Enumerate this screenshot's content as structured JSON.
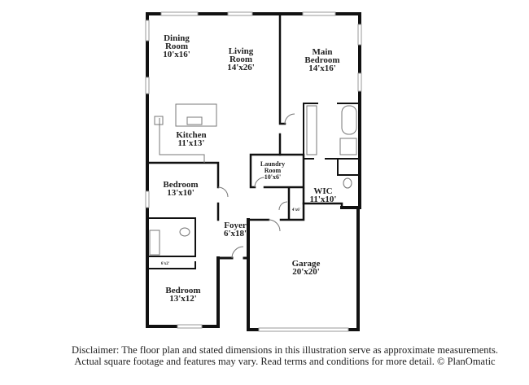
{
  "rooms": [
    {
      "name": "Dining\nRoom",
      "line1": "Dining",
      "line2": "Room",
      "size": "10'x16'"
    },
    {
      "line1": "Living",
      "line2": "Room",
      "size": "14'x26'"
    },
    {
      "line1": "Main",
      "line2": "Bedroom",
      "size": "14'x16'"
    },
    {
      "line1": "Kitchen",
      "size": "11'x13'"
    },
    {
      "line1": "Laundry",
      "line2": "Room",
      "size": "10'x6'"
    },
    {
      "line1": "Bedroom",
      "size": "13'x10'"
    },
    {
      "line1": "WIC",
      "size": "11'x10'"
    },
    {
      "line1": "Foyer",
      "size": "6'x18'"
    },
    {
      "line1": "Garage",
      "size": "20'x20'"
    },
    {
      "line1": "Bedroom",
      "size": "13'x12'"
    }
  ],
  "closets": {
    "hall_closet": "6'x2'",
    "foyer_closet": "4'x6'"
  },
  "disclaimer": {
    "line1": "Disclaimer: The floor plan and stated dimensions in this illustration serve as approximate measurements.",
    "line2": "Actual square footage and features may vary. Read terms and conditions for more detail. © PlanOmatic"
  }
}
